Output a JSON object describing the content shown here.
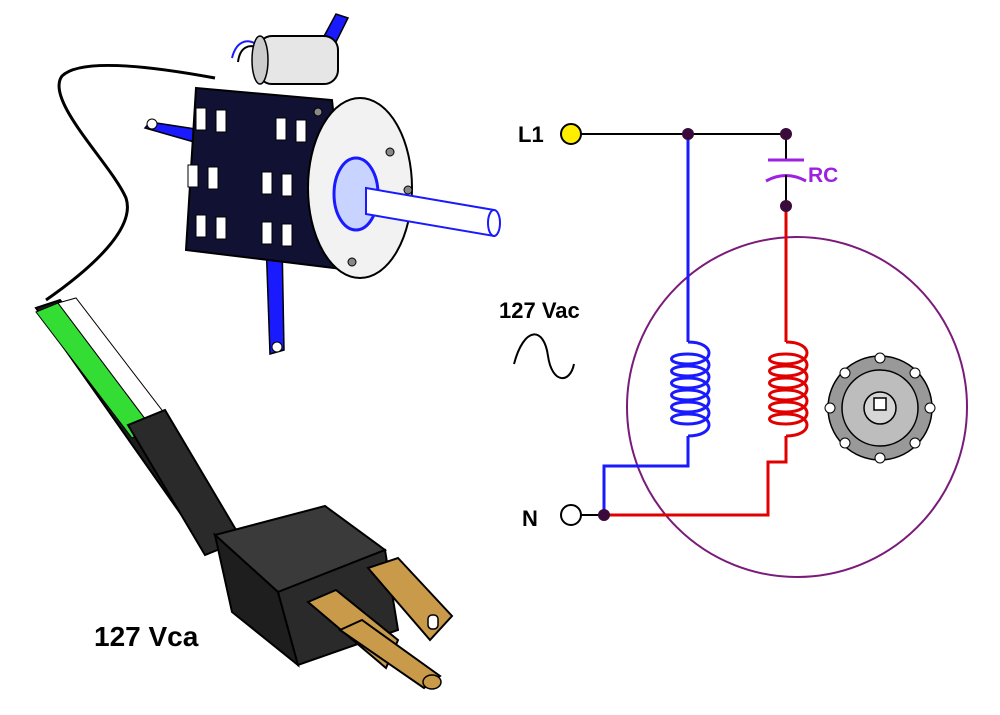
{
  "illustration": {
    "supply_label": "127 Vca"
  },
  "schematic": {
    "line_terminal_label": "L1",
    "neutral_terminal_label": "N",
    "capacitor_label": "RC",
    "source_label": "127 Vac"
  },
  "colors": {
    "main_winding": "#1a1aff",
    "aux_winding": "#e00000",
    "capacitor": "#9c22e0",
    "stator_circle": "#7a1a7a",
    "line_terminal": "#ffee00",
    "plug_body": "#2a2a2a",
    "prong": "#c89a4a",
    "motor_body": "#111133"
  },
  "icons": [
    "ac-sine-icon",
    "electrical-plug-icon",
    "psc-fan-motor-icon",
    "run-capacitor-icon",
    "rotor-icon"
  ]
}
